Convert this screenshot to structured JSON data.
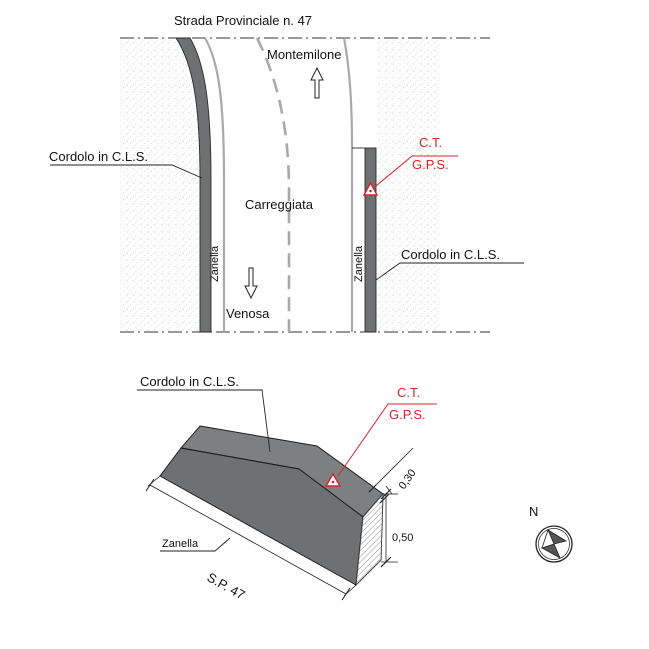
{
  "top_plan": {
    "road_title": "Strada Provinciale n. 47",
    "direction_north": "Montemilone",
    "direction_south": "Venosa",
    "carriageway": "Carreggiata",
    "curb_left": "Cordolo in C.L.S.",
    "curb_right": "Cordolo in C.L.S.",
    "gutter_left": "Zanella",
    "gutter_right": "Zanella",
    "marker_line1": "C.T.",
    "marker_line2": "G.P.S."
  },
  "detail": {
    "curb_label": "Cordolo in C.L.S.",
    "marker_line1": "C.T.",
    "marker_line2": "G.P.S.",
    "dim_top": "0,30",
    "dim_height": "0,50",
    "gutter_label": "Zanella",
    "road_label": "S.P. 47"
  },
  "compass": {
    "north_label": "N"
  },
  "colors": {
    "curb_fill": "#6e7071",
    "curb_top": "#7d7f80",
    "marker_red": "#d8232a",
    "line_dark": "#111111",
    "stipple": "#cfcfcf"
  }
}
